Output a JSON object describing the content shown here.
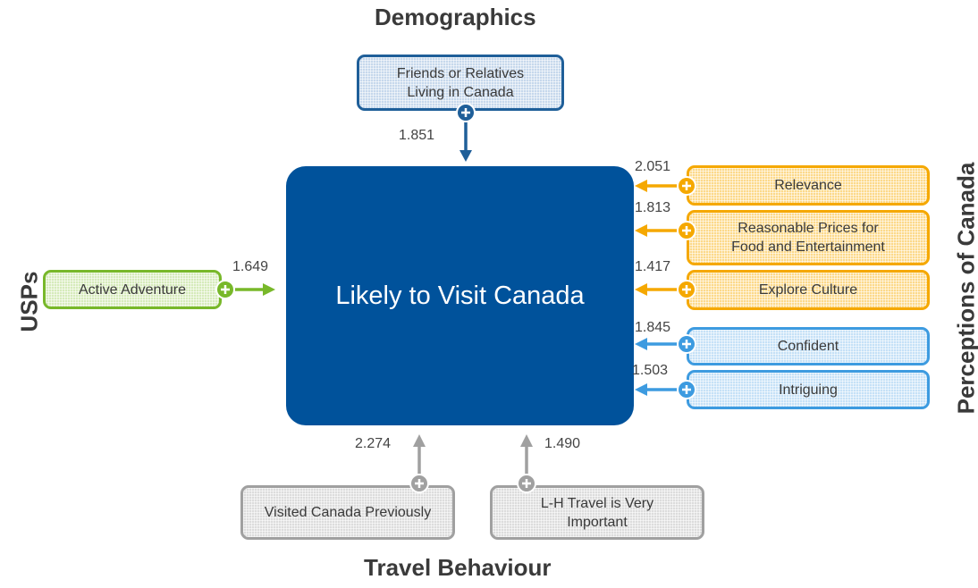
{
  "headings": {
    "top": "Demographics",
    "bottom": "Travel Behaviour",
    "left": "USPs",
    "right": "Perceptions of Canada"
  },
  "center": {
    "label": "Likely to Visit Canada"
  },
  "nodes": {
    "friends": {
      "label": "Friends or Relatives\nLiving in Canada",
      "coefficient": "1.851",
      "color": "#1f5f99"
    },
    "relevance": {
      "label": "Relevance",
      "coefficient": "2.051",
      "color": "#f5a800"
    },
    "prices": {
      "label": "Reasonable Prices for\nFood and Entertainment",
      "coefficient": "1.813",
      "color": "#f5a800"
    },
    "culture": {
      "label": "Explore Culture",
      "coefficient": "1.417",
      "color": "#f5a800"
    },
    "confident": {
      "label": "Confident",
      "coefficient": "1.845",
      "color": "#3d9be0"
    },
    "intriguing": {
      "label": "Intriguing",
      "coefficient": "1.503",
      "color": "#3d9be0"
    },
    "adventure": {
      "label": "Active Adventure",
      "coefficient": "1.649",
      "color": "#78b82a"
    },
    "visited": {
      "label": "Visited Canada Previously",
      "coefficient": "2.274",
      "color": "#a0a0a0"
    },
    "longhaul": {
      "label": "L-H Travel is Very\nImportant",
      "coefficient": "1.490",
      "color": "#a0a0a0"
    }
  },
  "icons": {
    "connector": "plus-circle-icon"
  }
}
